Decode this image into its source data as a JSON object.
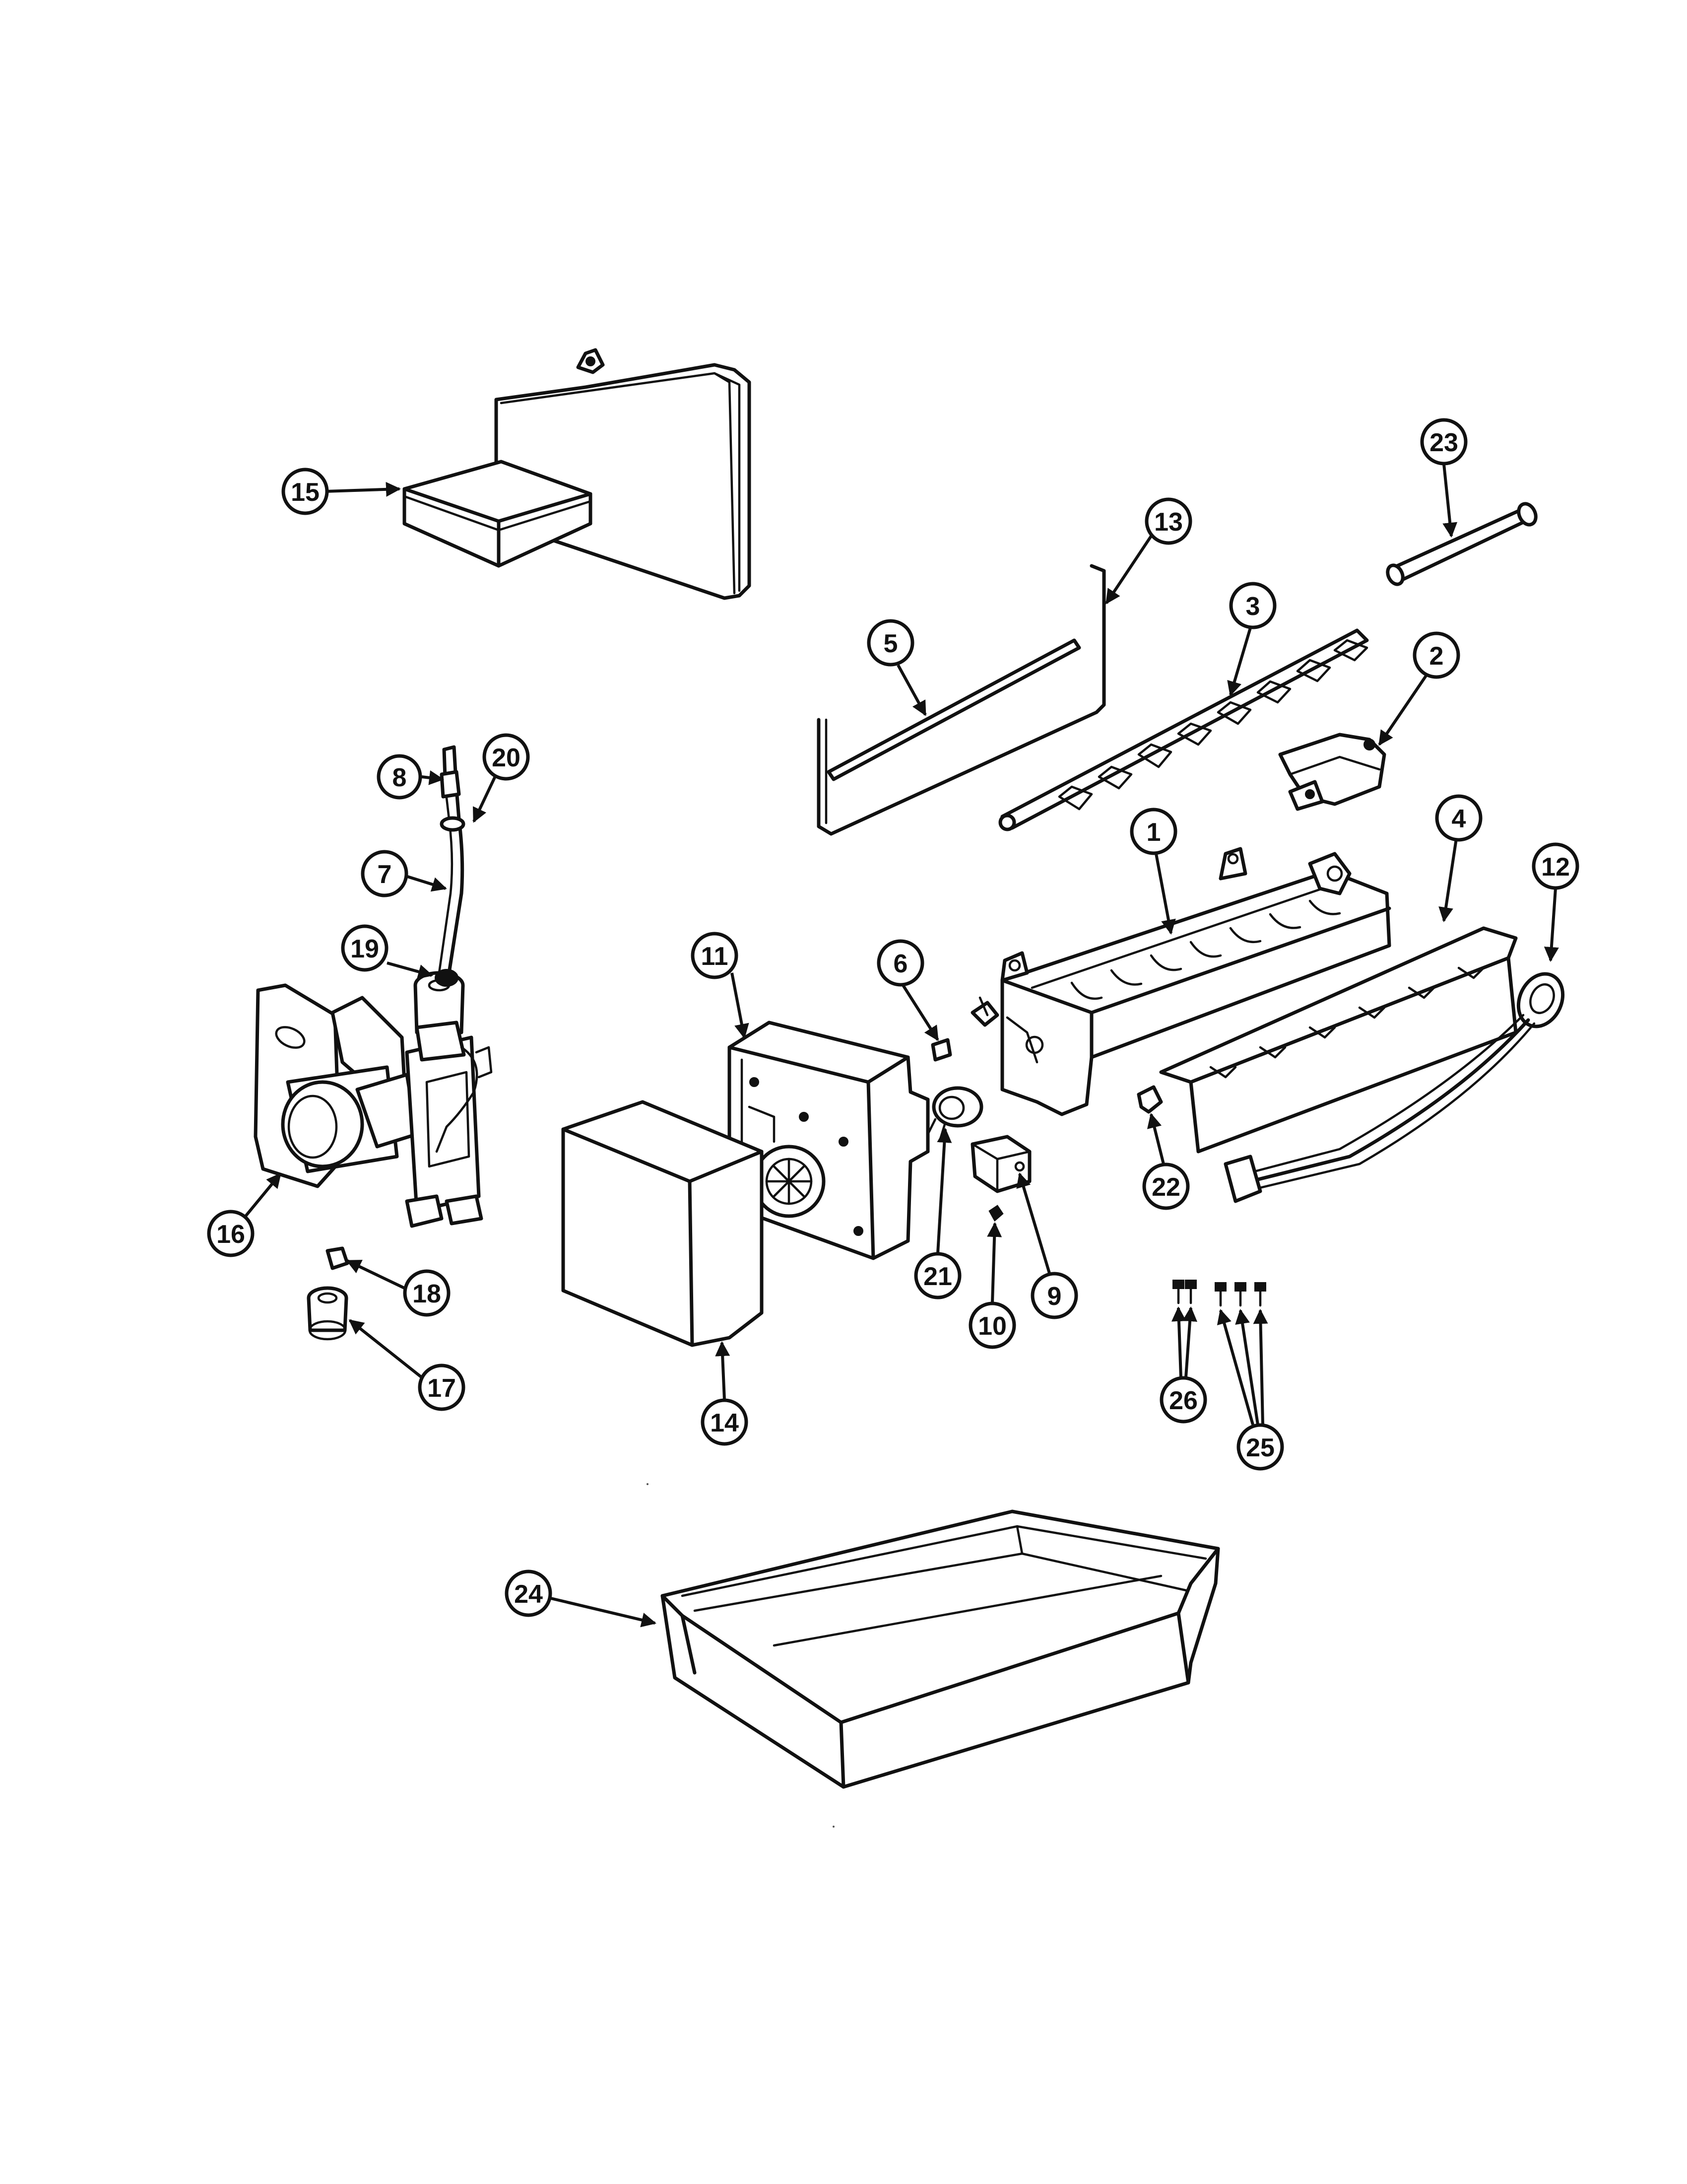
{
  "diagram": {
    "colors": {
      "ink": "#111111",
      "paper": "#ffffff"
    },
    "callouts": [
      {
        "id": "c1",
        "label": "1"
      },
      {
        "id": "c2",
        "label": "2"
      },
      {
        "id": "c3",
        "label": "3"
      },
      {
        "id": "c4",
        "label": "4"
      },
      {
        "id": "c5",
        "label": "5"
      },
      {
        "id": "c6",
        "label": "6"
      },
      {
        "id": "c7",
        "label": "7"
      },
      {
        "id": "c8",
        "label": "8"
      },
      {
        "id": "c9",
        "label": "9"
      },
      {
        "id": "c10",
        "label": "10"
      },
      {
        "id": "c11",
        "label": "11"
      },
      {
        "id": "c12",
        "label": "12"
      },
      {
        "id": "c13",
        "label": "13"
      },
      {
        "id": "c14",
        "label": "14"
      },
      {
        "id": "c15",
        "label": "15"
      },
      {
        "id": "c16",
        "label": "16"
      },
      {
        "id": "c17",
        "label": "17"
      },
      {
        "id": "c18",
        "label": "18"
      },
      {
        "id": "c19",
        "label": "19"
      },
      {
        "id": "c20",
        "label": "20"
      },
      {
        "id": "c21",
        "label": "21"
      },
      {
        "id": "c22",
        "label": "22"
      },
      {
        "id": "c23",
        "label": "23"
      },
      {
        "id": "c24",
        "label": "24"
      },
      {
        "id": "c25",
        "label": "25"
      },
      {
        "id": "c26",
        "label": "26"
      }
    ]
  }
}
